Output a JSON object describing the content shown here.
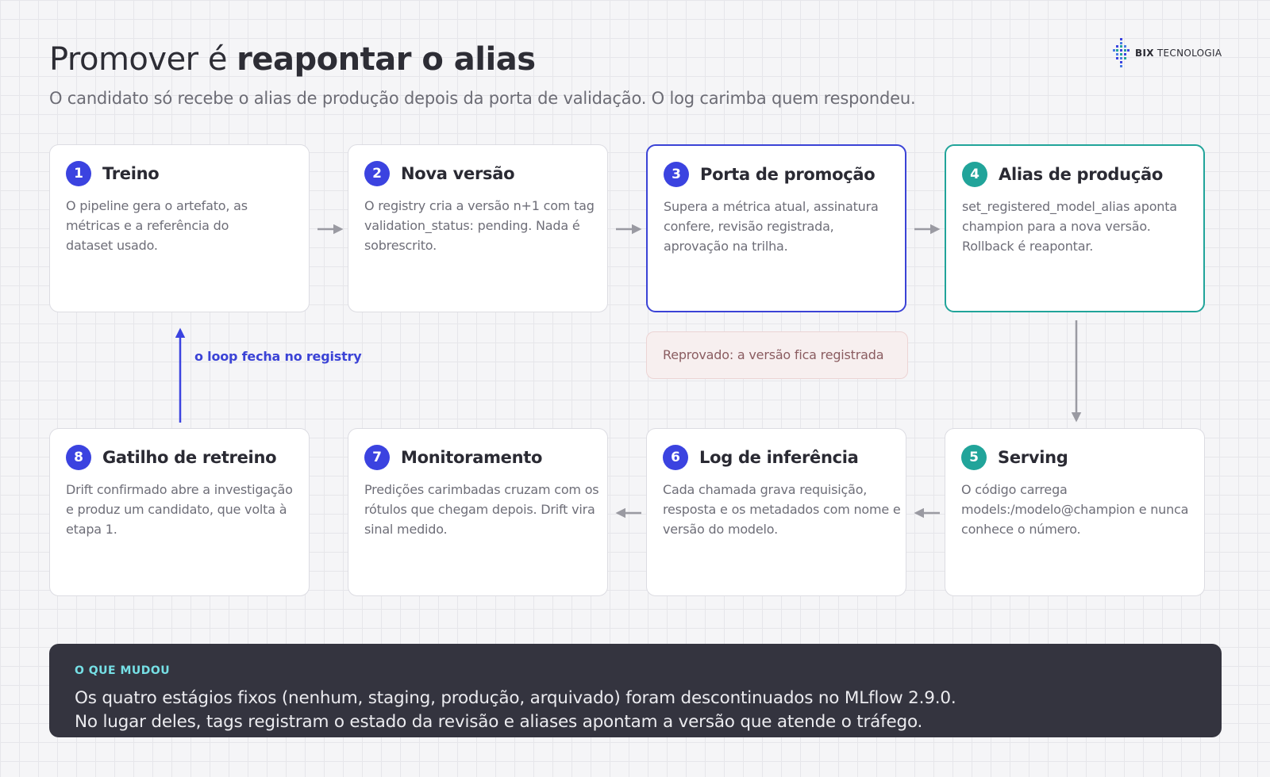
{
  "header": {
    "title_prefix": "Promover é ",
    "title_bold": "reapontar o alias",
    "subtitle": "O candidato só recebe o alias de produção depois da porta de validação. O log carimba quem respondeu."
  },
  "logo": {
    "brand": "BIX",
    "text": "TECNOLOGIA"
  },
  "steps": [
    {
      "number": "1",
      "title": "Treino",
      "desc": "O pipeline gera o artefato, as métricas e a referência do dataset usado."
    },
    {
      "number": "2",
      "title": "Nova versão",
      "desc": "O registry cria a versão n+1 com tag validation_status: pending. Nada é sobrescrito."
    },
    {
      "number": "3",
      "title": "Porta de promoção",
      "desc": "Supera a métrica atual, assinatura confere, revisão registrada, aprovação na trilha."
    },
    {
      "number": "4",
      "title": "Alias de produção",
      "desc": "set_registered_model_alias aponta champion para a nova versão. Rollback é reapontar."
    },
    {
      "number": "5",
      "title": "Serving",
      "desc": "O código carrega models:/modelo@champion e nunca conhece o número."
    },
    {
      "number": "6",
      "title": "Log de inferência",
      "desc": "Cada chamada grava requisição, resposta e os metadados com nome e versão do modelo."
    },
    {
      "number": "7",
      "title": "Monitoramento",
      "desc": "Predições carimbadas cruzam com os rótulos que chegam depois. Drift vira sinal medido."
    },
    {
      "number": "8",
      "title": "Gatilho de retreino",
      "desc": "Drift confirmado abre a investigação e produz um candidato, que volta à etapa 1."
    }
  ],
  "reject_note": "Reprovado: a versão fica registrada",
  "loop_label": "o loop fecha no registry",
  "footer": {
    "label": "O QUE MUDOU",
    "line1": "Os quatro estágios fixos (nenhum, staging, produção, arquivado) foram descontinuados no MLflow 2.9.0.",
    "line2": "No lugar deles, tags registram o estado da revisão e aliases apontam a versão que atende o tráfego."
  },
  "colors": {
    "accent_blue": "#3b43e0",
    "accent_teal": "#21a49a",
    "arrow_gray": "#9a9aa2",
    "footer_bg": "#34343f",
    "footer_label": "#76e0e6",
    "reject_bg": "#f7efef"
  },
  "icons": {
    "logo": "bix-pixel-logo",
    "arrow": "arrow-right"
  }
}
